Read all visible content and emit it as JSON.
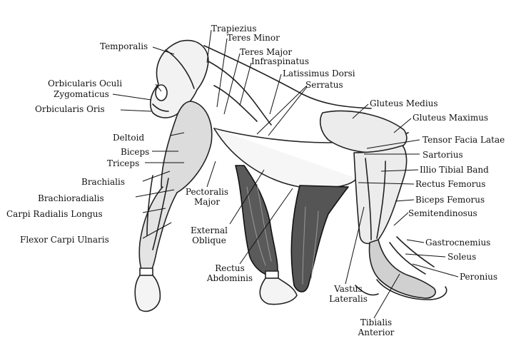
{
  "labels": {
    "temporalis": "Temporalis",
    "orbicularis_oculi": "Orbicularis Oculi",
    "zygomaticus": "Zygomaticus",
    "orbicularis_oris": "Orbicularis Oris",
    "deltoid": "Deltoid",
    "biceps": "Biceps",
    "triceps": "Triceps",
    "brachialis": "Brachialis",
    "brachioradialis": "Brachioradialis",
    "carpi_radialis_longus": "Carpi Radialis Longus",
    "flexor_carpi_ulnaris": "Flexor Carpi Ulnaris",
    "trapiezius": "Trapiezius",
    "teres_minor": "Teres Minor",
    "teres_major": "Teres Major",
    "infraspinatus": "Infraspinatus",
    "latissimus_dorsi": "Latissimus Dorsi",
    "serratus": "Serratus",
    "gluteus_medius": "Gluteus Medius",
    "gluteus_maximus": "Gluteus Maximus",
    "tensor_facia_latae": "Tensor Facia Latae",
    "sartorius": "Sartorius",
    "illio_tibial_band": "Illio Tibial Band",
    "rectus_femorus": "Rectus Femorus",
    "biceps_femorus": "Biceps Femorus",
    "semitendinosus": "Semitendinosus",
    "gastrocnemius": "Gastrocnemius",
    "soleus": "Soleus",
    "peronius": "Peronius",
    "pectoralis_major_1": "Pectoralis",
    "pectoralis_major_2": "Major",
    "external_oblique_1": "External",
    "external_oblique_2": "Oblique",
    "rectus_abdominis_1": "Rectus",
    "rectus_abdominis_2": "Abdominis",
    "vastus_lateralis_1": "Vastus",
    "vastus_lateralis_2": "Lateralis",
    "tibialis_anterior_1": "Tibialis",
    "tibialis_anterior_2": "Anterior"
  }
}
